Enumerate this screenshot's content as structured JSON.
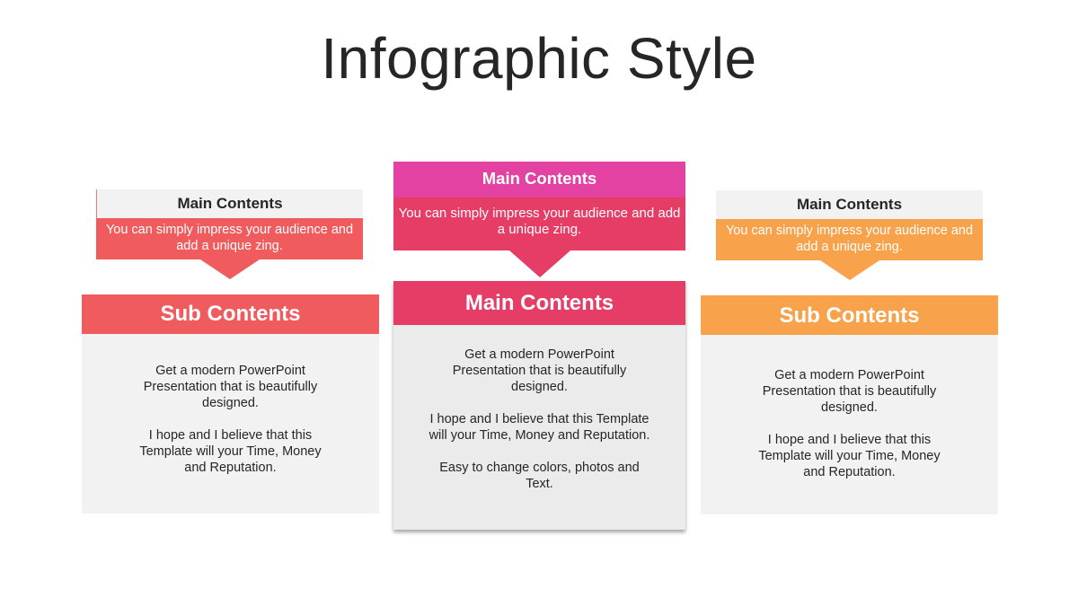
{
  "title": "Infographic Style",
  "colors": {
    "red": "#f05b5e",
    "magenta": "#e342a2",
    "crimson": "#e63d67",
    "orange": "#f8a24b",
    "light_gray": "#f2f2f2"
  },
  "callouts": [
    {
      "heading": "Main Contents",
      "text": "You can simply impress your audience and add a unique zing."
    },
    {
      "heading": "Main Contents",
      "text": "You can simply impress your audience and add a unique zing."
    },
    {
      "heading": "Main Contents",
      "text": "You can simply impress your audience and add a unique zing."
    }
  ],
  "cards": [
    {
      "heading": "Sub Contents",
      "paragraphs": [
        "Get a modern PowerPoint Presentation that is beautifully designed.",
        "I hope and I believe that this Template will your Time, Money and Reputation."
      ]
    },
    {
      "heading": "Main Contents",
      "paragraphs": [
        "Get a modern PowerPoint Presentation that is beautifully designed.",
        "I hope and I believe that this Template will your Time, Money and Reputation.",
        "Easy to change colors, photos and Text."
      ]
    },
    {
      "heading": "Sub Contents",
      "paragraphs": [
        "Get a modern PowerPoint Presentation that is beautifully designed.",
        "I hope and I believe that this Template will your Time, Money and Reputation."
      ]
    }
  ]
}
